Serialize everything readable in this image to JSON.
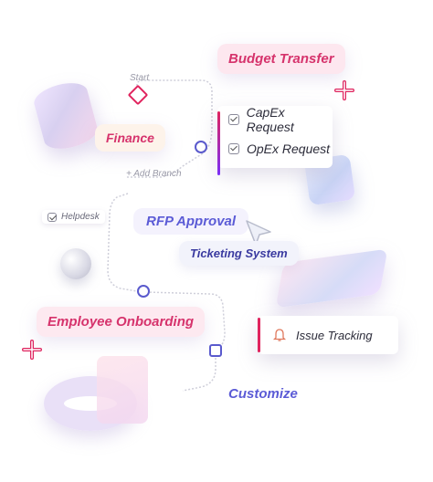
{
  "flow": {
    "start_label": "Start",
    "add_branch_label": "+ Add Branch",
    "helpdesk_label": "Helpdesk",
    "budget_transfer": "Budget Transfer",
    "finance": "Finance",
    "capex_request": "CapEx Request",
    "opex_request": "OpEx Request",
    "rfp_approval": "RFP Approval",
    "ticketing_system": "Ticketing System",
    "employee_onboarding": "Employee Onboarding",
    "issue_tracking": "Issue Tracking",
    "customize": "Customize"
  },
  "colors": {
    "pink_text": "#d6336c",
    "purple_text": "#5b5bd6",
    "path_line": "#c9c9d4",
    "node_ring": "#5a5acd",
    "accent_bar_start": "#e0245e",
    "accent_bar_end": "#7b2ff7"
  }
}
